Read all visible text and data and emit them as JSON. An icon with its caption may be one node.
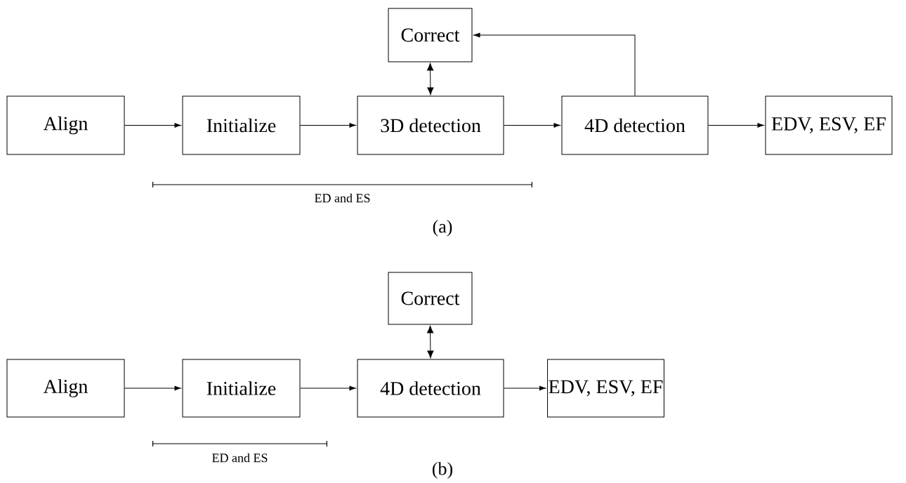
{
  "diagram": {
    "nodes": [
      {
        "text": [
          "Correct"
        ]
      },
      {
        "text": [
          "Align"
        ]
      },
      {
        "text": [
          "Initialize"
        ]
      },
      {
        "text": [
          "3D detection"
        ]
      },
      {
        "text": [
          "4D detection"
        ]
      },
      {
        "text": [
          "EDV, ESV, EF"
        ]
      },
      {
        "text": [
          "Correct"
        ]
      },
      {
        "text": [
          "Align"
        ]
      },
      {
        "text": [
          "Initialize"
        ]
      },
      {
        "text": [
          "4D detection"
        ]
      },
      {
        "text": [
          "EDV, ESV, EF"
        ]
      }
    ],
    "edges": [
      {
        "from": 1,
        "to": 2,
        "arrow": "to"
      },
      {
        "from": 2,
        "to": 3,
        "arrow": "to"
      },
      {
        "from": 3,
        "to": 4,
        "arrow": "to"
      },
      {
        "from": 4,
        "to": 5,
        "arrow": "to"
      },
      {
        "from": 3,
        "to": 0,
        "arrow": "both"
      },
      {
        "from": 4,
        "to": 0,
        "arrow": "to"
      },
      {
        "from": 7,
        "to": 8,
        "arrow": "to"
      },
      {
        "from": 8,
        "to": 9,
        "arrow": "to"
      },
      {
        "from": 9,
        "to": 10,
        "arrow": "to"
      },
      {
        "from": 9,
        "to": 6,
        "arrow": "both"
      }
    ],
    "labels": [
      "ED and ES",
      "(a)",
      "ED and ES",
      "(b)"
    ]
  }
}
